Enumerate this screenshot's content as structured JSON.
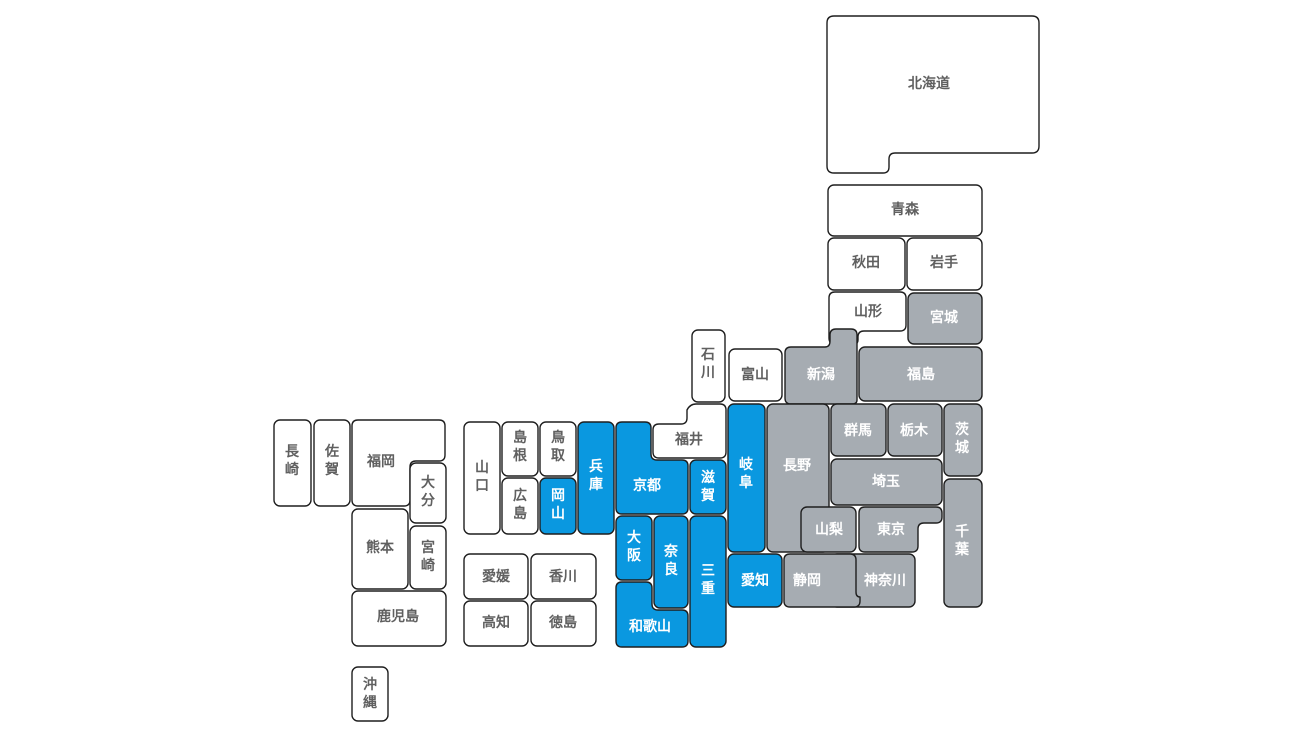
{
  "colors": {
    "blue": "#0a98e0",
    "gray": "#a6acb2",
    "white": "#ffffff",
    "text_dark": "#606060",
    "text_light": "#ffffff",
    "stroke": "#1e1e1e"
  },
  "prefectures": [
    {
      "id": "hokkaido",
      "name": "北海道",
      "color": "white"
    },
    {
      "id": "aomori",
      "name": "青森",
      "color": "white"
    },
    {
      "id": "akita",
      "name": "秋田",
      "color": "white"
    },
    {
      "id": "iwate",
      "name": "岩手",
      "color": "white"
    },
    {
      "id": "yamagata",
      "name": "山形",
      "color": "white"
    },
    {
      "id": "miyagi",
      "name": "宮城",
      "color": "gray"
    },
    {
      "id": "niigata",
      "name": "新潟",
      "color": "gray"
    },
    {
      "id": "fukushima",
      "name": "福島",
      "color": "gray"
    },
    {
      "id": "ishikawa",
      "name": "石川",
      "color": "white"
    },
    {
      "id": "toyama",
      "name": "富山",
      "color": "white"
    },
    {
      "id": "fukui",
      "name": "福井",
      "color": "white"
    },
    {
      "id": "gifu",
      "name": "岐阜",
      "color": "blue"
    },
    {
      "id": "nagano",
      "name": "長野",
      "color": "gray"
    },
    {
      "id": "gunma",
      "name": "群馬",
      "color": "gray"
    },
    {
      "id": "tochigi",
      "name": "栃木",
      "color": "gray"
    },
    {
      "id": "ibaraki",
      "name": "茨城",
      "color": "gray"
    },
    {
      "id": "saitama",
      "name": "埼玉",
      "color": "gray"
    },
    {
      "id": "chiba",
      "name": "千葉",
      "color": "gray"
    },
    {
      "id": "yamanashi",
      "name": "山梨",
      "color": "gray"
    },
    {
      "id": "tokyo",
      "name": "東京",
      "color": "gray"
    },
    {
      "id": "kanagawa",
      "name": "神奈川",
      "color": "gray"
    },
    {
      "id": "shizuoka",
      "name": "静岡",
      "color": "gray"
    },
    {
      "id": "aichi",
      "name": "愛知",
      "color": "blue"
    },
    {
      "id": "mie",
      "name": "三重",
      "color": "blue"
    },
    {
      "id": "shiga",
      "name": "滋賀",
      "color": "blue"
    },
    {
      "id": "kyoto",
      "name": "京都",
      "color": "blue"
    },
    {
      "id": "osaka",
      "name": "大阪",
      "color": "blue"
    },
    {
      "id": "nara",
      "name": "奈良",
      "color": "blue"
    },
    {
      "id": "wakayama",
      "name": "和歌山",
      "color": "blue"
    },
    {
      "id": "hyogo",
      "name": "兵庫",
      "color": "blue"
    },
    {
      "id": "tottori",
      "name": "鳥取",
      "color": "white"
    },
    {
      "id": "shimane",
      "name": "島根",
      "color": "white"
    },
    {
      "id": "okayama",
      "name": "岡山",
      "color": "blue"
    },
    {
      "id": "hiroshima",
      "name": "広島",
      "color": "white"
    },
    {
      "id": "yamaguchi",
      "name": "山口",
      "color": "white"
    },
    {
      "id": "ehime",
      "name": "愛媛",
      "color": "white"
    },
    {
      "id": "kagawa",
      "name": "香川",
      "color": "white"
    },
    {
      "id": "kochi",
      "name": "高知",
      "color": "white"
    },
    {
      "id": "tokushima",
      "name": "徳島",
      "color": "white"
    },
    {
      "id": "fukuoka",
      "name": "福岡",
      "color": "white"
    },
    {
      "id": "saga",
      "name": "佐賀",
      "color": "white"
    },
    {
      "id": "nagasaki",
      "name": "長崎",
      "color": "white"
    },
    {
      "id": "oita",
      "name": "大分",
      "color": "white"
    },
    {
      "id": "kumamoto",
      "name": "熊本",
      "color": "white"
    },
    {
      "id": "miyazaki",
      "name": "宮崎",
      "color": "white"
    },
    {
      "id": "kagoshima",
      "name": "鹿児島",
      "color": "white"
    },
    {
      "id": "okinawa",
      "name": "沖縄",
      "color": "white"
    }
  ]
}
